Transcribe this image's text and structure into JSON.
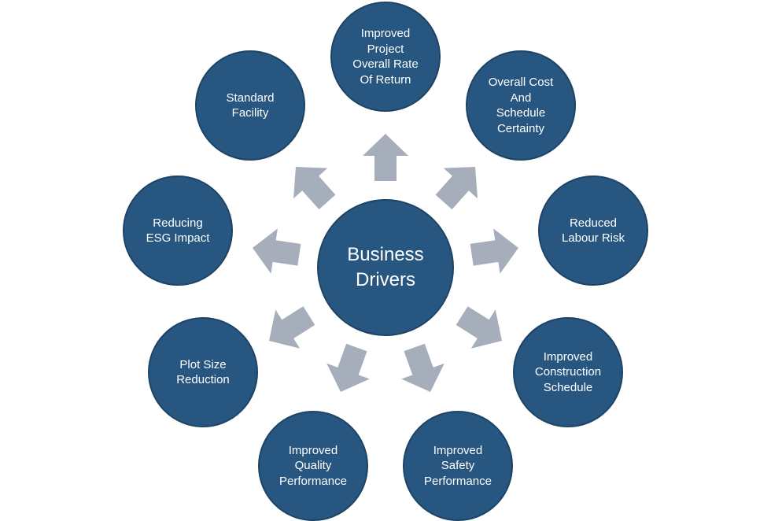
{
  "colors": {
    "node_fill": "#275780",
    "node_border": "#1d4465",
    "arrow_fill": "#a6aebc",
    "text": "#ffffff"
  },
  "center": {
    "label": "Business\nDrivers"
  },
  "drivers": [
    {
      "id": "return",
      "label": "Improved\nProject\nOverall Rate\nOf Return"
    },
    {
      "id": "cost-schedule",
      "label": "Overall Cost\nAnd\nSchedule\nCertainty"
    },
    {
      "id": "labour-risk",
      "label": "Reduced\nLabour Risk"
    },
    {
      "id": "construction-schedule",
      "label": "Improved\nConstruction\nSchedule"
    },
    {
      "id": "safety",
      "label": "Improved\nSafety\nPerformance"
    },
    {
      "id": "quality",
      "label": "Improved\nQuality\nPerformance"
    },
    {
      "id": "plot-size",
      "label": "Plot Size\nReduction"
    },
    {
      "id": "esg",
      "label": "Reducing\nESG Impact"
    },
    {
      "id": "standard-facility",
      "label": "Standard\nFacility"
    }
  ]
}
